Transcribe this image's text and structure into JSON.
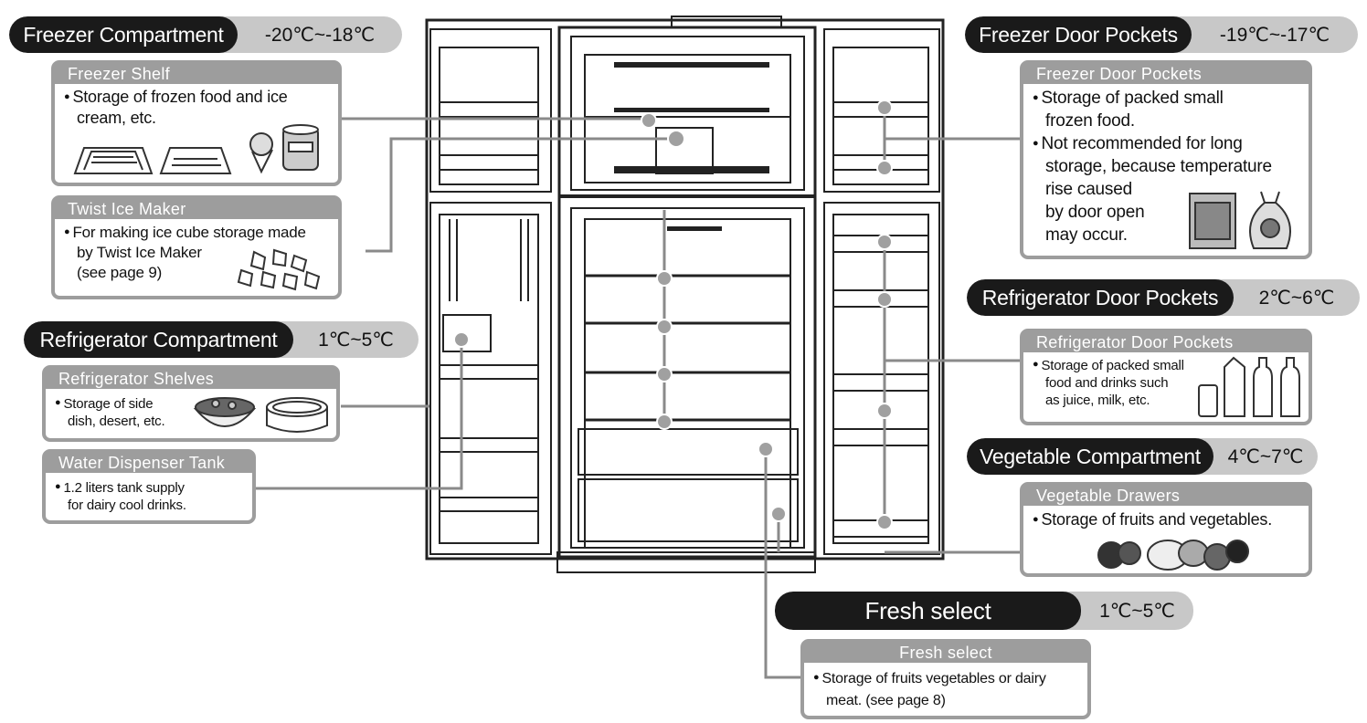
{
  "headers": {
    "freezer_compartment": {
      "label": "Freezer Compartment",
      "temp": "-20℃~-18℃"
    },
    "refrigerator_compartment": {
      "label": "Refrigerator Compartment",
      "temp": "1℃~5℃"
    },
    "freezer_door_pockets": {
      "label": "Freezer Door Pockets",
      "temp": "-19℃~-17℃"
    },
    "refrigerator_door_pockets": {
      "label": "Refrigerator Door Pockets",
      "temp": "2℃~6℃"
    },
    "vegetable_compartment": {
      "label": "Vegetable Compartment",
      "temp": "4℃~7℃"
    },
    "fresh_select": {
      "label": "Fresh select",
      "temp": "1℃~5℃"
    }
  },
  "cards": {
    "freezer_shelf": {
      "title": "Freezer Shelf",
      "lines": [
        "Storage of frozen food and ice",
        "cream, etc."
      ]
    },
    "twist_ice_maker": {
      "title": "Twist Ice Maker",
      "lines": [
        "For making ice cube storage made",
        "by Twist Ice Maker",
        "(see page 9)"
      ]
    },
    "refrigerator_shelves": {
      "title": "Refrigerator Shelves",
      "lines": [
        "Storage of side",
        "dish, desert, etc."
      ]
    },
    "water_dispenser_tank": {
      "title": "Water Dispenser Tank",
      "lines": [
        "1.2 liters  tank  supply",
        "for dairy cool drinks."
      ]
    },
    "freezer_door_pockets": {
      "title": "Freezer Door Pockets",
      "lines": [
        "Storage of packed small",
        "frozen food.",
        "Not recommended for long",
        "storage, because temperature",
        "rise caused",
        "by door open",
        "may occur."
      ]
    },
    "refrigerator_door_pockets": {
      "title": "Refrigerator Door Pockets",
      "lines": [
        "Storage of packed small",
        "food and drinks such",
        "as juice, milk, etc."
      ]
    },
    "vegetable_drawers": {
      "title": "Vegetable Drawers",
      "lines": [
        "Storage of fruits and vegetables."
      ]
    },
    "fresh_select": {
      "title": "Fresh select",
      "lines": [
        "Storage of fruits vegetables or dairy",
        "meat. (see page 8)"
      ]
    }
  },
  "icons": [
    "frozen-food-tray-icon",
    "ice-cream-icon",
    "ice-cubes-icon",
    "salad-bowl-icon",
    "food-container-icon",
    "frozen-food-bag-icon",
    "juice-bottle-icon",
    "milk-carton-icon",
    "fruits-vegetables-icon"
  ],
  "colors": {
    "header_dark": "#1a1a1a",
    "header_temp_bg": "#c8c8c8",
    "card_border": "#9d9d9d",
    "leader_line": "#8a8a8a"
  }
}
